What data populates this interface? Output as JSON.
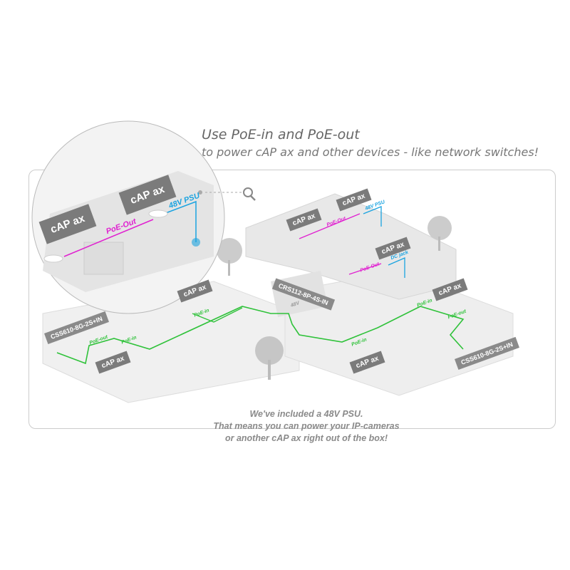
{
  "heading": {
    "line1": "Use PoE-in and PoE-out",
    "line2": "to power cAP ax and other devices - like network switches!"
  },
  "labels": {
    "zoom_cap_left": "cAP ax",
    "zoom_cap_right": "cAP ax",
    "zoom_poe_out": "PoE-Out",
    "zoom_psu": "48V PSU",
    "cap_a": "cAP ax",
    "css_left": "CSS610-8G-2S+IN",
    "poe_out_a": "PoE-out",
    "poe_in_a": "PoE-in",
    "cap_b": "cAP ax",
    "poe_in_b": "PoE-in",
    "crs": "CRS112-8P-4S-IN",
    "crs_48v": "48V",
    "cap_c": "cAP ax",
    "cap_d": "cAP ax",
    "poe_out_c": "PoE-Out",
    "psu_c": "48V PSU",
    "cap_e": "cAP ax",
    "dc_jack": "DC jack",
    "poe_out_e": "PoE-Out",
    "cap_f": "cAP ax",
    "poe_in_f": "PoE-in",
    "poe_out_f": "PoE-out",
    "poe_in_g": "PoE-in",
    "cap_g": "cAP ax",
    "css_right": "CSS610-8G-2S+IN"
  },
  "footer": {
    "line1": "We've included a 48V PSU.",
    "line2": "That means you can power your IP-cameras",
    "line3": "or another cAP ax right out of the box!"
  },
  "colors": {
    "poe_in_out": "#2fc23a",
    "poe_out_zoom": "#e020d0",
    "psu": "#1aa3e0",
    "tag": "#7b7b7b"
  }
}
